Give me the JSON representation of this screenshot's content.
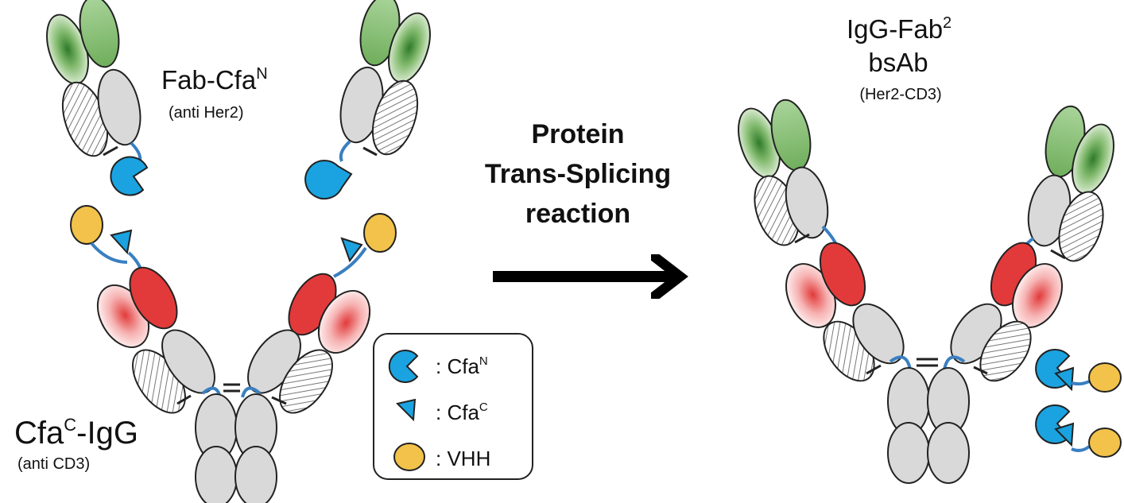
{
  "labels": {
    "fab": {
      "main": "Fab-Cfa",
      "sup": "N",
      "sub": "(anti Her2)"
    },
    "igg": {
      "main": "Cfa",
      "sup": "C",
      "rest": "-IgG",
      "sub": "(anti CD3)"
    },
    "reaction": {
      "line1": "Protein",
      "line2": "Trans-Splicing",
      "line3": "reaction"
    },
    "product": {
      "main": "IgG-Fab",
      "sup": "2",
      "line2": "bsAb",
      "sub": "(Her2-CD3)"
    }
  },
  "legend": {
    "items": [
      {
        "prefix": ": Cfa",
        "sup": "N"
      },
      {
        "prefix": ": Cfa",
        "sup": "C"
      },
      {
        "prefix": ": VHH",
        "sup": ""
      }
    ]
  },
  "colors": {
    "green": "#7fb86a",
    "red": "#e23a3a",
    "gray": "#d9d9d9",
    "blue": "#1aa3e0",
    "yellow": "#f2c24a",
    "linker": "#3a7fc1",
    "outline": "#222222"
  }
}
